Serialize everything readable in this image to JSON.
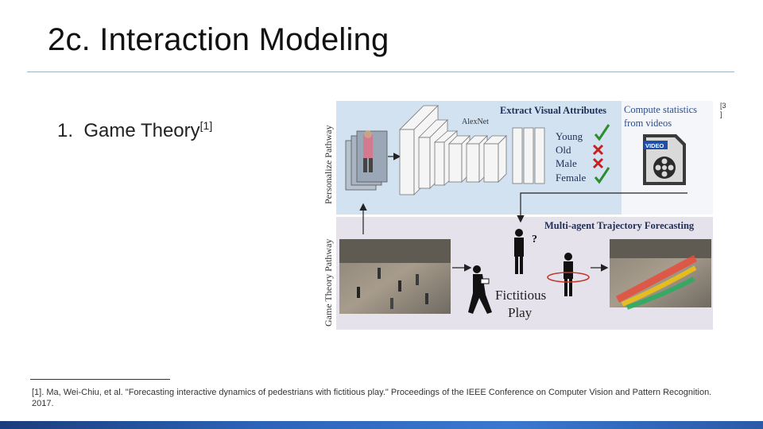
{
  "slide": {
    "title": "2c. Interaction Modeling",
    "bullet_number": "1.",
    "bullet_text": "Game Theory",
    "bullet_ref": "[1]",
    "side_ref_line1": "[3",
    "side_ref_line2": "]",
    "footnote": "[1]. Ma, Wei-Chiu, et al. \"Forecasting interactive dynamics of pedestrians with fictitious play.\" Proceedings of the IEEE Conference on Computer Vision and Pattern Recognition. 2017."
  },
  "figure": {
    "top_label": "Personalize Pathway",
    "bottom_label": "Game Theory Pathway",
    "extract_title": "Extract Visual Attributes",
    "net_name": "AlexNet",
    "attributes": [
      {
        "label": "Young",
        "mark": "check"
      },
      {
        "label": "Old",
        "mark": "cross"
      },
      {
        "label": "Male",
        "mark": "cross"
      },
      {
        "label": "Female",
        "mark": "check"
      }
    ],
    "stats_line1": "Compute statistics",
    "stats_line2": "from videos",
    "video_badge": "VIDEO",
    "forecast_title": "Multi-agent Trajectory Forecasting",
    "question_mark": "?",
    "play_line1": "Fictitious",
    "play_line2": "Play",
    "colors": {
      "top_panel": "#d3e2f0",
      "bottom_panel": "#e6e2ec",
      "check": "#2e8b2e",
      "cross": "#c62020",
      "extract_title": "#1f2f55",
      "accent": "#2c63b8"
    }
  }
}
